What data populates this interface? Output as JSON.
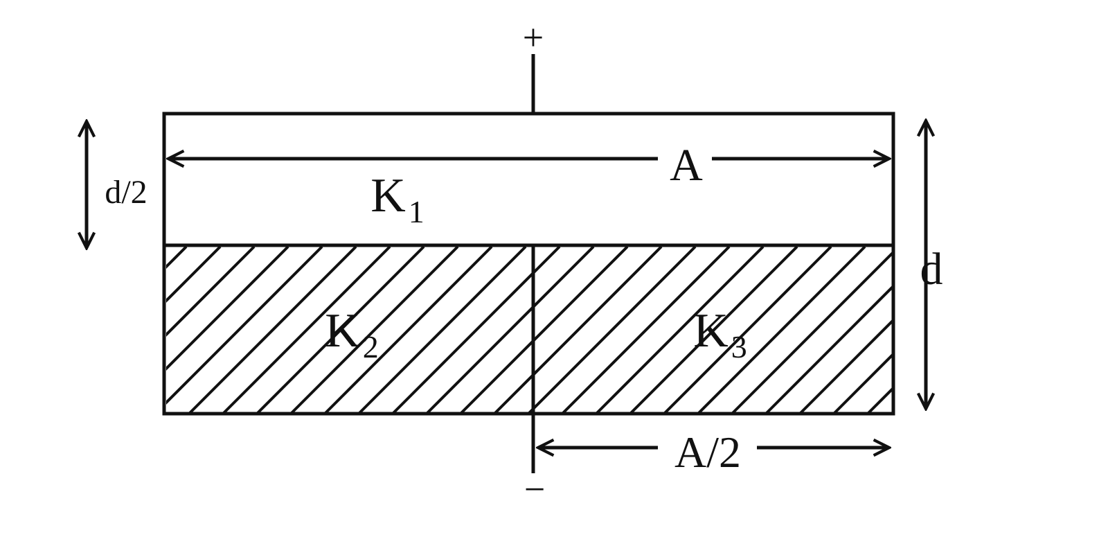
{
  "labels": {
    "plus": "+",
    "minus": "−",
    "d_half": "d/2",
    "A": "A",
    "A_half": "A/2",
    "d": "d",
    "K1_base": "K",
    "K1_sub": "1",
    "K2_base": "K",
    "K2_sub": "2",
    "K3_base": "K",
    "K3_sub": "3"
  },
  "colors": {
    "ink": "#111111",
    "background": "#ffffff"
  }
}
